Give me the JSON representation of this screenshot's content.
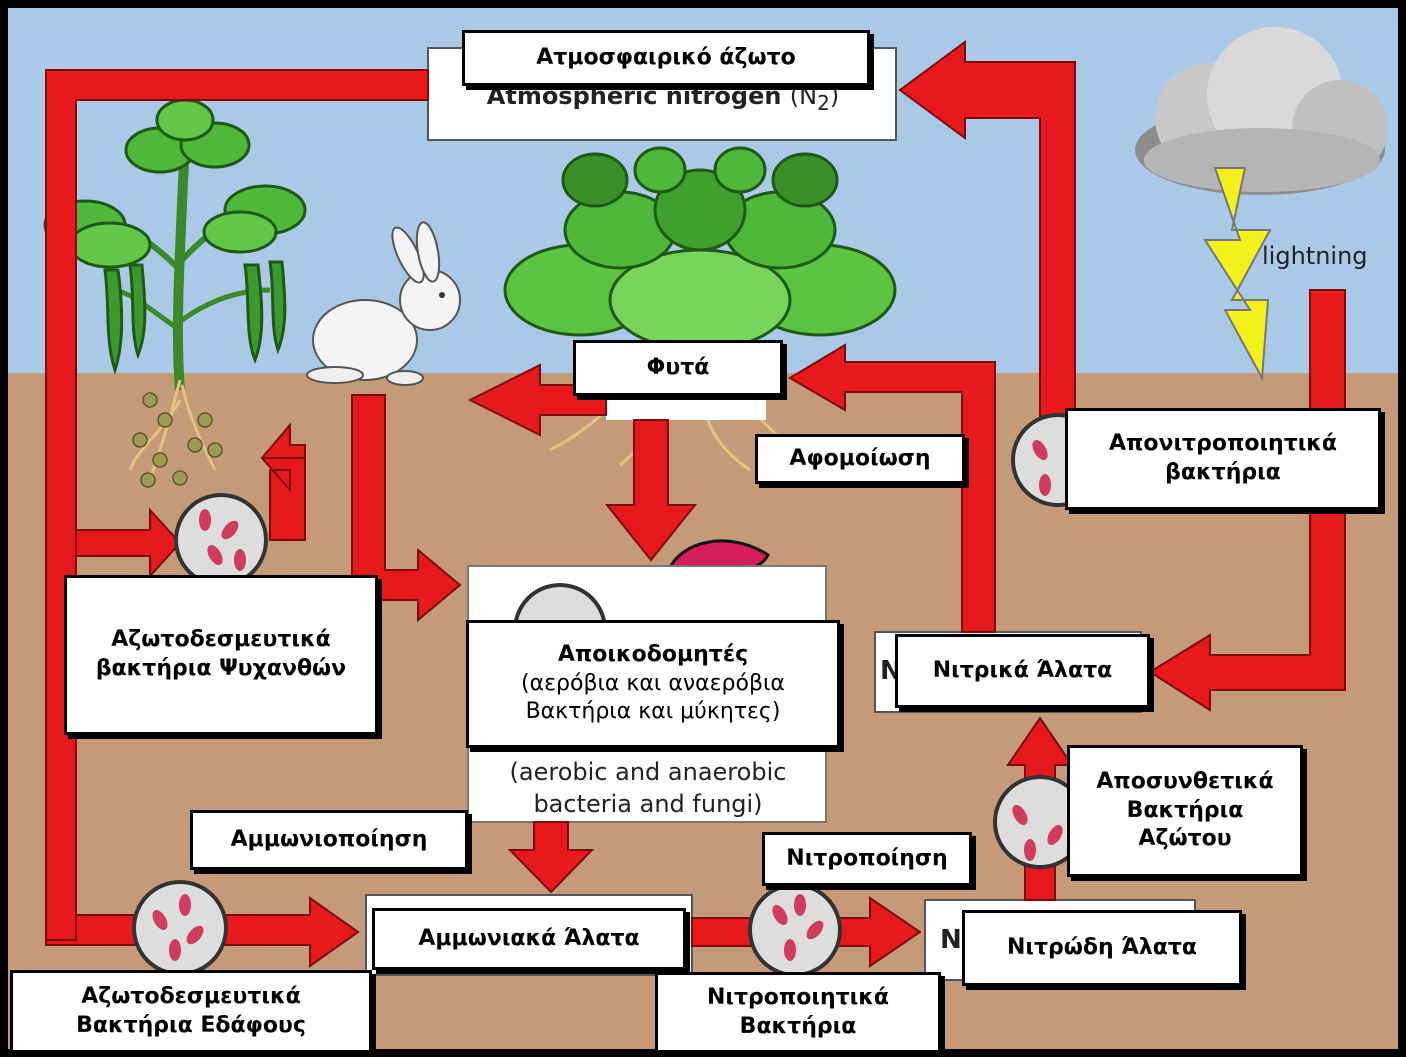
{
  "labels": {
    "atmospheric_greek": "Ατμοσφαιρικό άζωτο",
    "atmospheric_en": "Atmospheric nitrogen",
    "n2_symbol": "(N",
    "n2_sub": "2",
    "n2_close": ")",
    "lightning": "lightning",
    "plants": "Φυτά",
    "assimilation": "Αφομοίωση",
    "denitrifying_1": "Απονιτροποιητικά",
    "denitrifying_2": "βακτήρια",
    "legume_fixing_1": "Αζωτοδεσμευτικά",
    "legume_fixing_2": "βακτήρια Ψυχανθών",
    "decomposers_title": "Αποικοδομητές",
    "decomposers_sub1": "(αερόβια και αναερόβια",
    "decomposers_sub2": "Βακτήρια και μύκητες)",
    "decomposers_en1": "(aerobic and anaerobic",
    "decomposers_en2": "bacteria and fungi)",
    "nitrates": "Νιτρικά Άλατα",
    "nitrates_en_stub": "N",
    "decomposing_1": "Αποσυνθετικά",
    "decomposing_2": "Βακτήρια",
    "decomposing_3": "Αζώτου",
    "ammonification": "Αμμωνιοποίηση",
    "nitrification": "Νιτροποίηση",
    "ammonium": "Αμμωνιακά Άλατα",
    "nitrites": "Νιτρώδη Άλατα",
    "nitrites_en_stub": "N",
    "soil_fixing_1": "Αζωτοδεσμευτικά",
    "soil_fixing_2": "Βακτήρια Εδάφους",
    "nitrifying_1": "Νιτροποιητικά",
    "nitrifying_2": "Βακτήρια"
  },
  "colors": {
    "sky": "#a9c9e6",
    "soil": "#c49a78",
    "arrow": "#e8191c",
    "leaf": "#4fb83a",
    "rabbit": "#f4f4f4",
    "mushroom": "#d61f5a"
  }
}
